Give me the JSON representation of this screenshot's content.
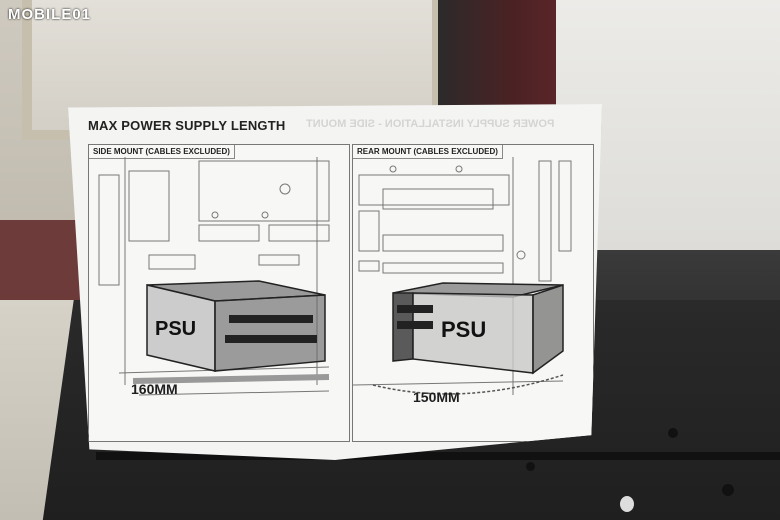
{
  "watermark": {
    "text": "MOBILE01"
  },
  "sheet": {
    "title": "MAX POWER SUPPLY LENGTH",
    "ghost_text": "POWER SUPPLY INSTALLATION - SIDE MOUNT",
    "panels": [
      {
        "label": "SIDE MOUNT (CABLES EXCLUDED)",
        "psu_label": "PSU",
        "dimension": "160MM"
      },
      {
        "label": "REAR MOUNT (CABLES EXCLUDED)",
        "psu_label": "PSU",
        "dimension": "150MM"
      }
    ]
  },
  "colors": {
    "case": "#1e1e1e",
    "paper": "#f4f4f2",
    "psu_fill": "#5a5a5a"
  }
}
